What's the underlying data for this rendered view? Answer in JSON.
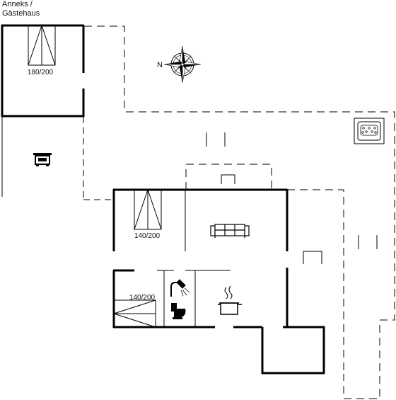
{
  "annex": {
    "line1": "Anneks /",
    "line2": "Gästehaus"
  },
  "compass": {
    "north_label": "N"
  },
  "rooms": {
    "annex_bedroom": {
      "bed_label": "180/200"
    },
    "bedroom_1": {
      "bed_label": "140/200"
    },
    "bedroom_2": {
      "bed_label": "140/200"
    }
  },
  "icons": [
    "compass-icon",
    "car-icon",
    "sofa-icon",
    "shower-icon",
    "toilet-icon",
    "cooking-pot-icon",
    "whirlpool-icon",
    "double-bed-icon"
  ]
}
